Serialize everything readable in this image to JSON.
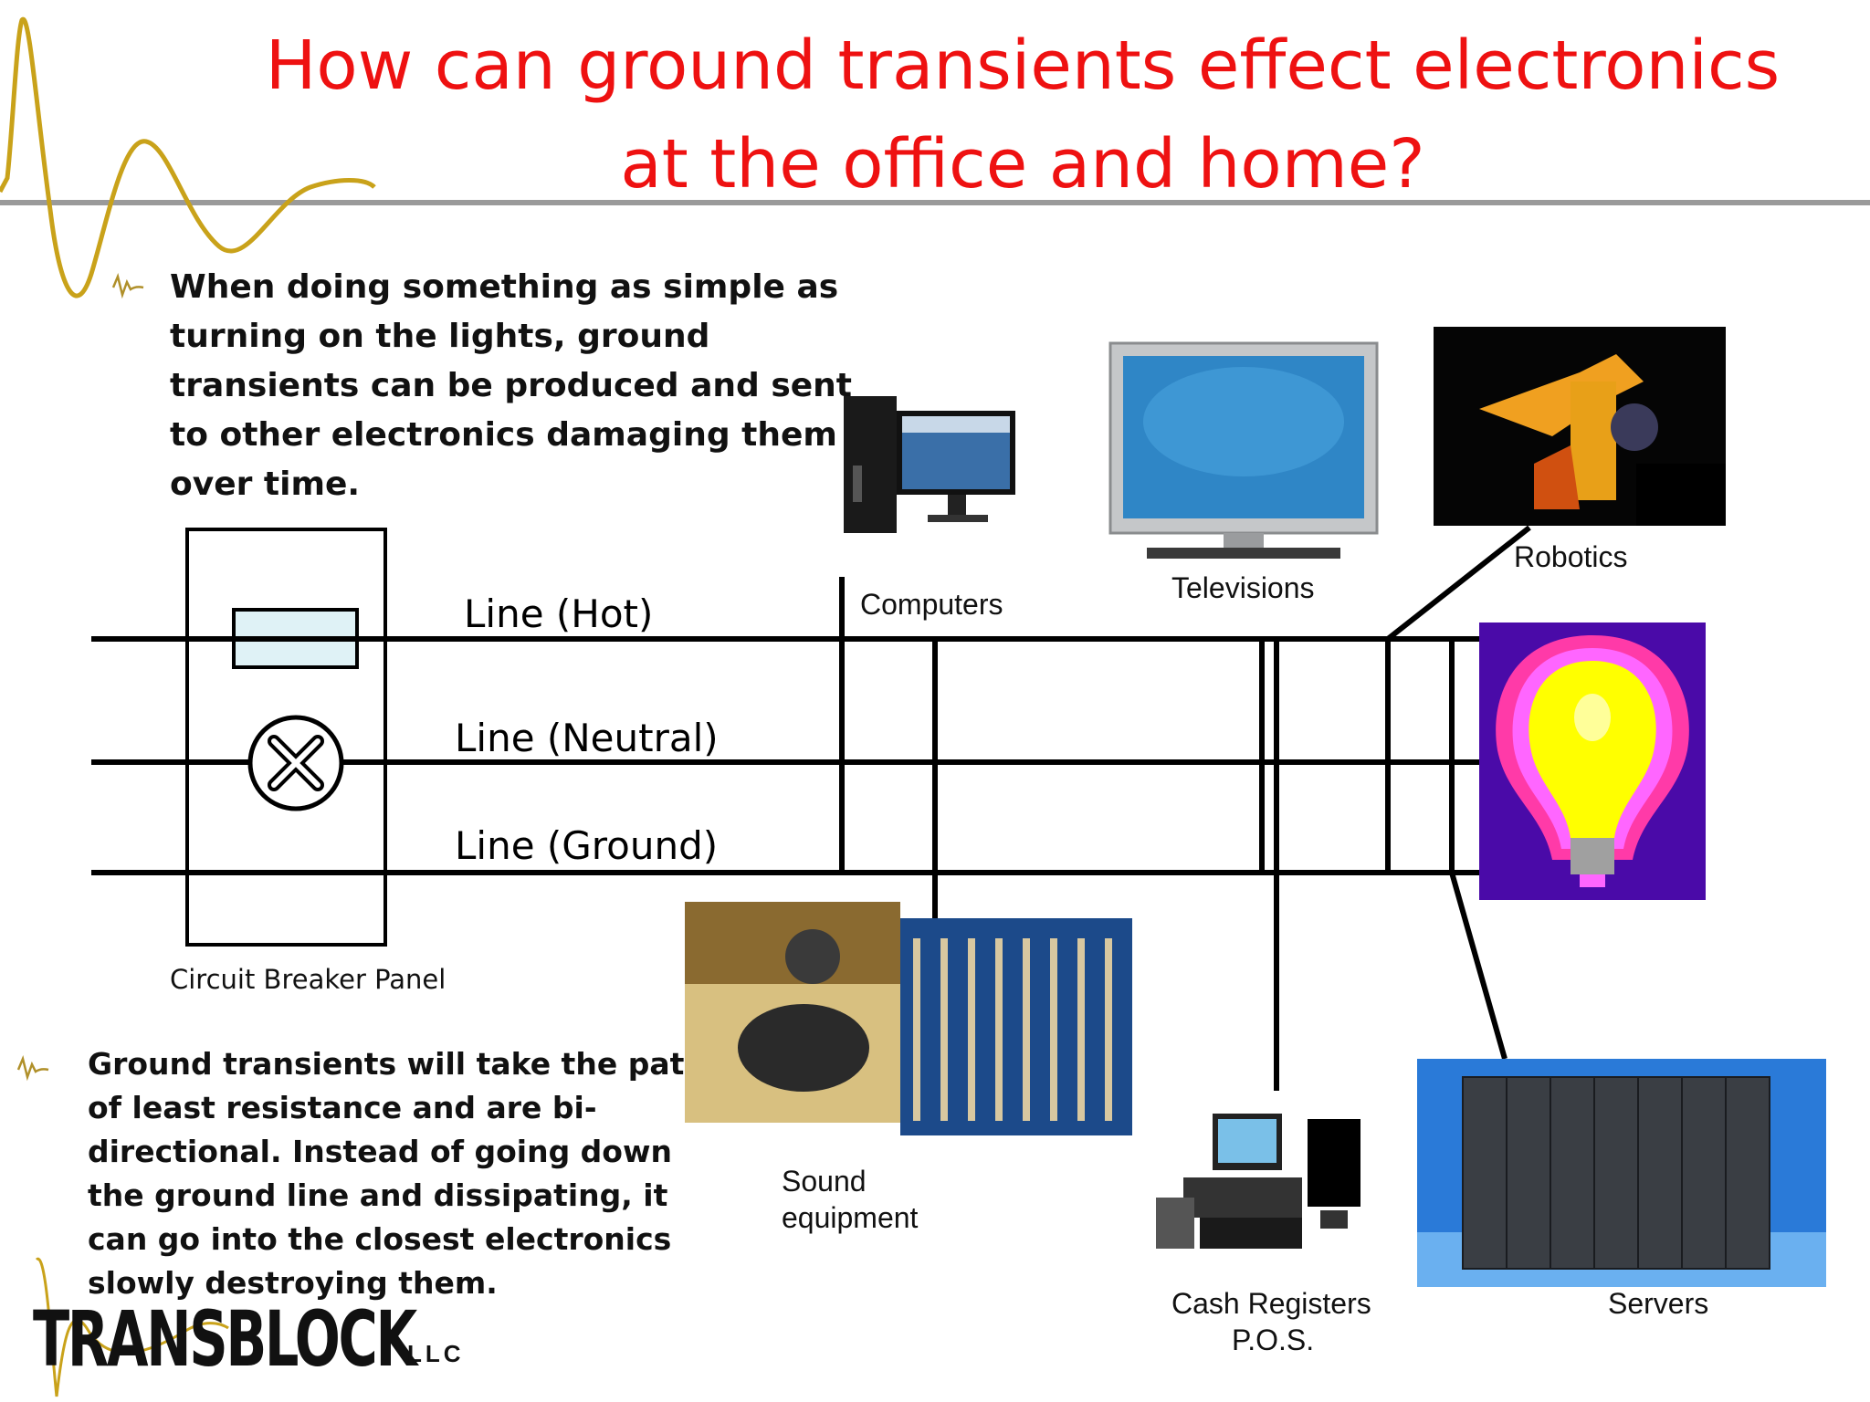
{
  "title": {
    "line1": "How can ground transients effect electronics",
    "line2": "at the office and home?"
  },
  "paragraph_top": "When doing something as simple as turning on the lights, ground transients can be produced and sent to other electronics damaging them over time.",
  "paragraph_bottom": "Ground transients will take the path of least resistance and are bi-directional. Instead of going down the ground line and dissipating, it can go into the closest electronics slowly destroying them.",
  "lines": {
    "hot": "Line (Hot)",
    "neutral": "Line (Neutral)",
    "ground": "Line (Ground)"
  },
  "panel_label": "Circuit Breaker Panel",
  "devices": {
    "computers": "Computers",
    "televisions": "Televisions",
    "robotics": "Robotics",
    "sound_line1": "Sound",
    "sound_line2": "equipment",
    "cash_line1": "Cash Registers",
    "cash_line2": "P.O.S.",
    "servers": "Servers"
  },
  "logo": {
    "name": "TRANSBLOCK",
    "suffix": "LLC"
  },
  "colors": {
    "title": "#ee1111",
    "wave": "#c9a21a",
    "rule": "#9a9a9a"
  }
}
